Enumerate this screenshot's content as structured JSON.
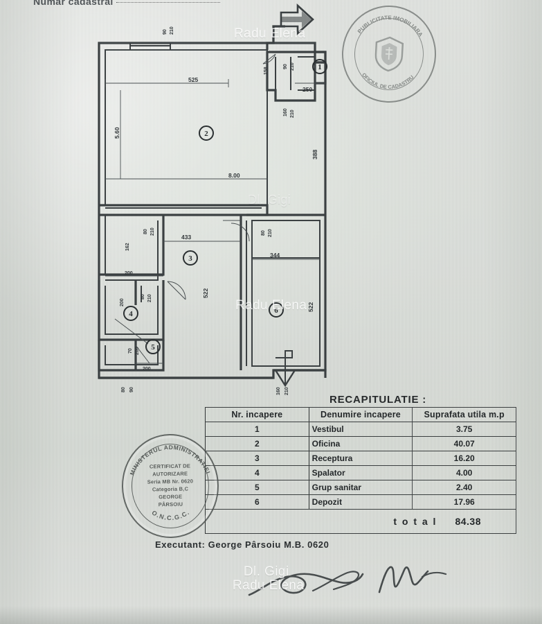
{
  "document": {
    "header_label": "Numar cadastral",
    "executant_line": "Executant:  George  Pârsoiu   M.B. 0620"
  },
  "recapitulatie": {
    "title": "RECAPITULATIE :",
    "columns": [
      "Nr. incapere",
      "Denumire incapere",
      "Suprafata utila m.p"
    ],
    "rows": [
      {
        "nr": "1",
        "name": "Vestibul",
        "area": "3.75"
      },
      {
        "nr": "2",
        "name": "Oficina",
        "area": "40.07"
      },
      {
        "nr": "3",
        "name": "Receptura",
        "area": "16.20"
      },
      {
        "nr": "4",
        "name": "Spalator",
        "area": "4.00"
      },
      {
        "nr": "5",
        "name": "Grup sanitar",
        "area": "2.40"
      },
      {
        "nr": "6",
        "name": "Depozit",
        "area": "17.96"
      }
    ],
    "total_label": "t o t a l",
    "total_value": "84.38"
  },
  "seal_authorization": {
    "arc_top": "MINISTERUL  ADMINISTRATIEI",
    "arc_bottom": "O.N.C.G.C.",
    "line1": "CERTIFICAT DE",
    "line2": "AUTORIZARE",
    "line3": "Seria MB Nr. 0620",
    "line4": "Categoria B,C",
    "line5": "GEORGE",
    "line6": "PÂRSOIU"
  },
  "seal_official": {
    "arc_top": "PUBLICITATE IMOBILIARA",
    "arc_bottom": "OFICIUL DE CADASTRU"
  },
  "watermarks": {
    "top": "Radu Elena",
    "mid_gigi": "Dl. Gigi",
    "mid_radu": "Radu Elena",
    "bottom_gigi": "Dl. Gigi",
    "bottom_radu": "Radu Elena"
  },
  "floorplan": {
    "room_markers": [
      {
        "id": "1",
        "label": "1"
      },
      {
        "id": "2",
        "label": "2"
      },
      {
        "id": "3",
        "label": "3"
      },
      {
        "id": "4",
        "label": "4"
      },
      {
        "id": "5",
        "label": "5"
      },
      {
        "id": "6",
        "label": "6"
      }
    ],
    "dimensions": {
      "top_door": "90/210",
      "top_wall": "525",
      "room2_width": "8.00",
      "room2_height": "5.60",
      "right_upper": "388",
      "entry_width": "158",
      "entry_depth": "250",
      "entry_door": "90/210",
      "entry_side": "160/210",
      "room3_width": "433",
      "room3_height": "522",
      "room3_left": "162",
      "room3_door": "80/210",
      "room4_top": "200",
      "room4_side": "200",
      "room4_door": "80/210",
      "room5_bottom": "200",
      "room5_door": "70/200",
      "room6_width": "344",
      "room6_height": "522",
      "room6_door": "80/210",
      "bottom_door": "160/210",
      "bottom_left": "80/90"
    }
  }
}
